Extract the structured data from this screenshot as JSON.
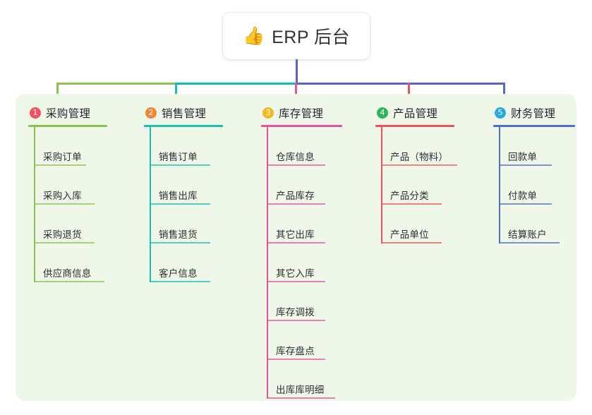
{
  "root": {
    "icon": "thumbs-up-icon",
    "icon_glyph": "👍",
    "title": "ERP 后台"
  },
  "canvas": {
    "background": "#eff7e9",
    "page_background": "#ffffff"
  },
  "connectors": {
    "trunk_color": "#5B62C8",
    "bus_left_color": "#8CC152",
    "bus_mid_color": "#0FBFA5",
    "bus_right_color": "#5B62C8"
  },
  "columns": [
    {
      "index": "1",
      "badge_color": "#F2505D",
      "accent": "#8CC152",
      "title": "采购管理",
      "drop_color": "#8CC152",
      "items": [
        {
          "label": "采购订单",
          "rule_width": 74
        },
        {
          "label": "采购入库",
          "rule_width": 86
        },
        {
          "label": "采购退货",
          "rule_width": 86
        },
        {
          "label": "供应商信息",
          "rule_width": 100
        }
      ]
    },
    {
      "index": "2",
      "badge_color": "#F08437",
      "accent": "#1BBFAE",
      "title": "销售管理",
      "drop_color": "#1BBFAE",
      "items": [
        {
          "label": "销售订单",
          "rule_width": 86
        },
        {
          "label": "销售出库",
          "rule_width": 86
        },
        {
          "label": "销售退货",
          "rule_width": 86
        },
        {
          "label": "客户信息",
          "rule_width": 86
        }
      ]
    },
    {
      "index": "3",
      "badge_color": "#F5B722",
      "accent": "#E8529B",
      "title": "库存管理",
      "drop_color": "#E8529B",
      "items": [
        {
          "label": "仓库信息",
          "rule_width": 83
        },
        {
          "label": "产品库存",
          "rule_width": 83
        },
        {
          "label": "其它出库",
          "rule_width": 83
        },
        {
          "label": "其它入库",
          "rule_width": 83
        },
        {
          "label": "库存调拨",
          "rule_width": 83
        },
        {
          "label": "库存盘点",
          "rule_width": 83
        },
        {
          "label": "出库库明细",
          "rule_width": 97
        }
      ]
    },
    {
      "index": "4",
      "badge_color": "#2FB457",
      "accent": "#F2505D",
      "title": "产品管理",
      "drop_color": "#F2505D",
      "items": [
        {
          "label": "产品（物料）",
          "rule_width": 108
        },
        {
          "label": "产品分类",
          "rule_width": 86
        },
        {
          "label": "产品单位",
          "rule_width": 86
        }
      ]
    },
    {
      "index": "5",
      "badge_color": "#29ABE2",
      "accent": "#4F6FC4",
      "title": "财务管理",
      "drop_color": "#4F6FC4",
      "items": [
        {
          "label": "回款单",
          "rule_width": 75
        },
        {
          "label": "付款单",
          "rule_width": 75
        },
        {
          "label": "结算账户",
          "rule_width": 86
        }
      ]
    }
  ]
}
